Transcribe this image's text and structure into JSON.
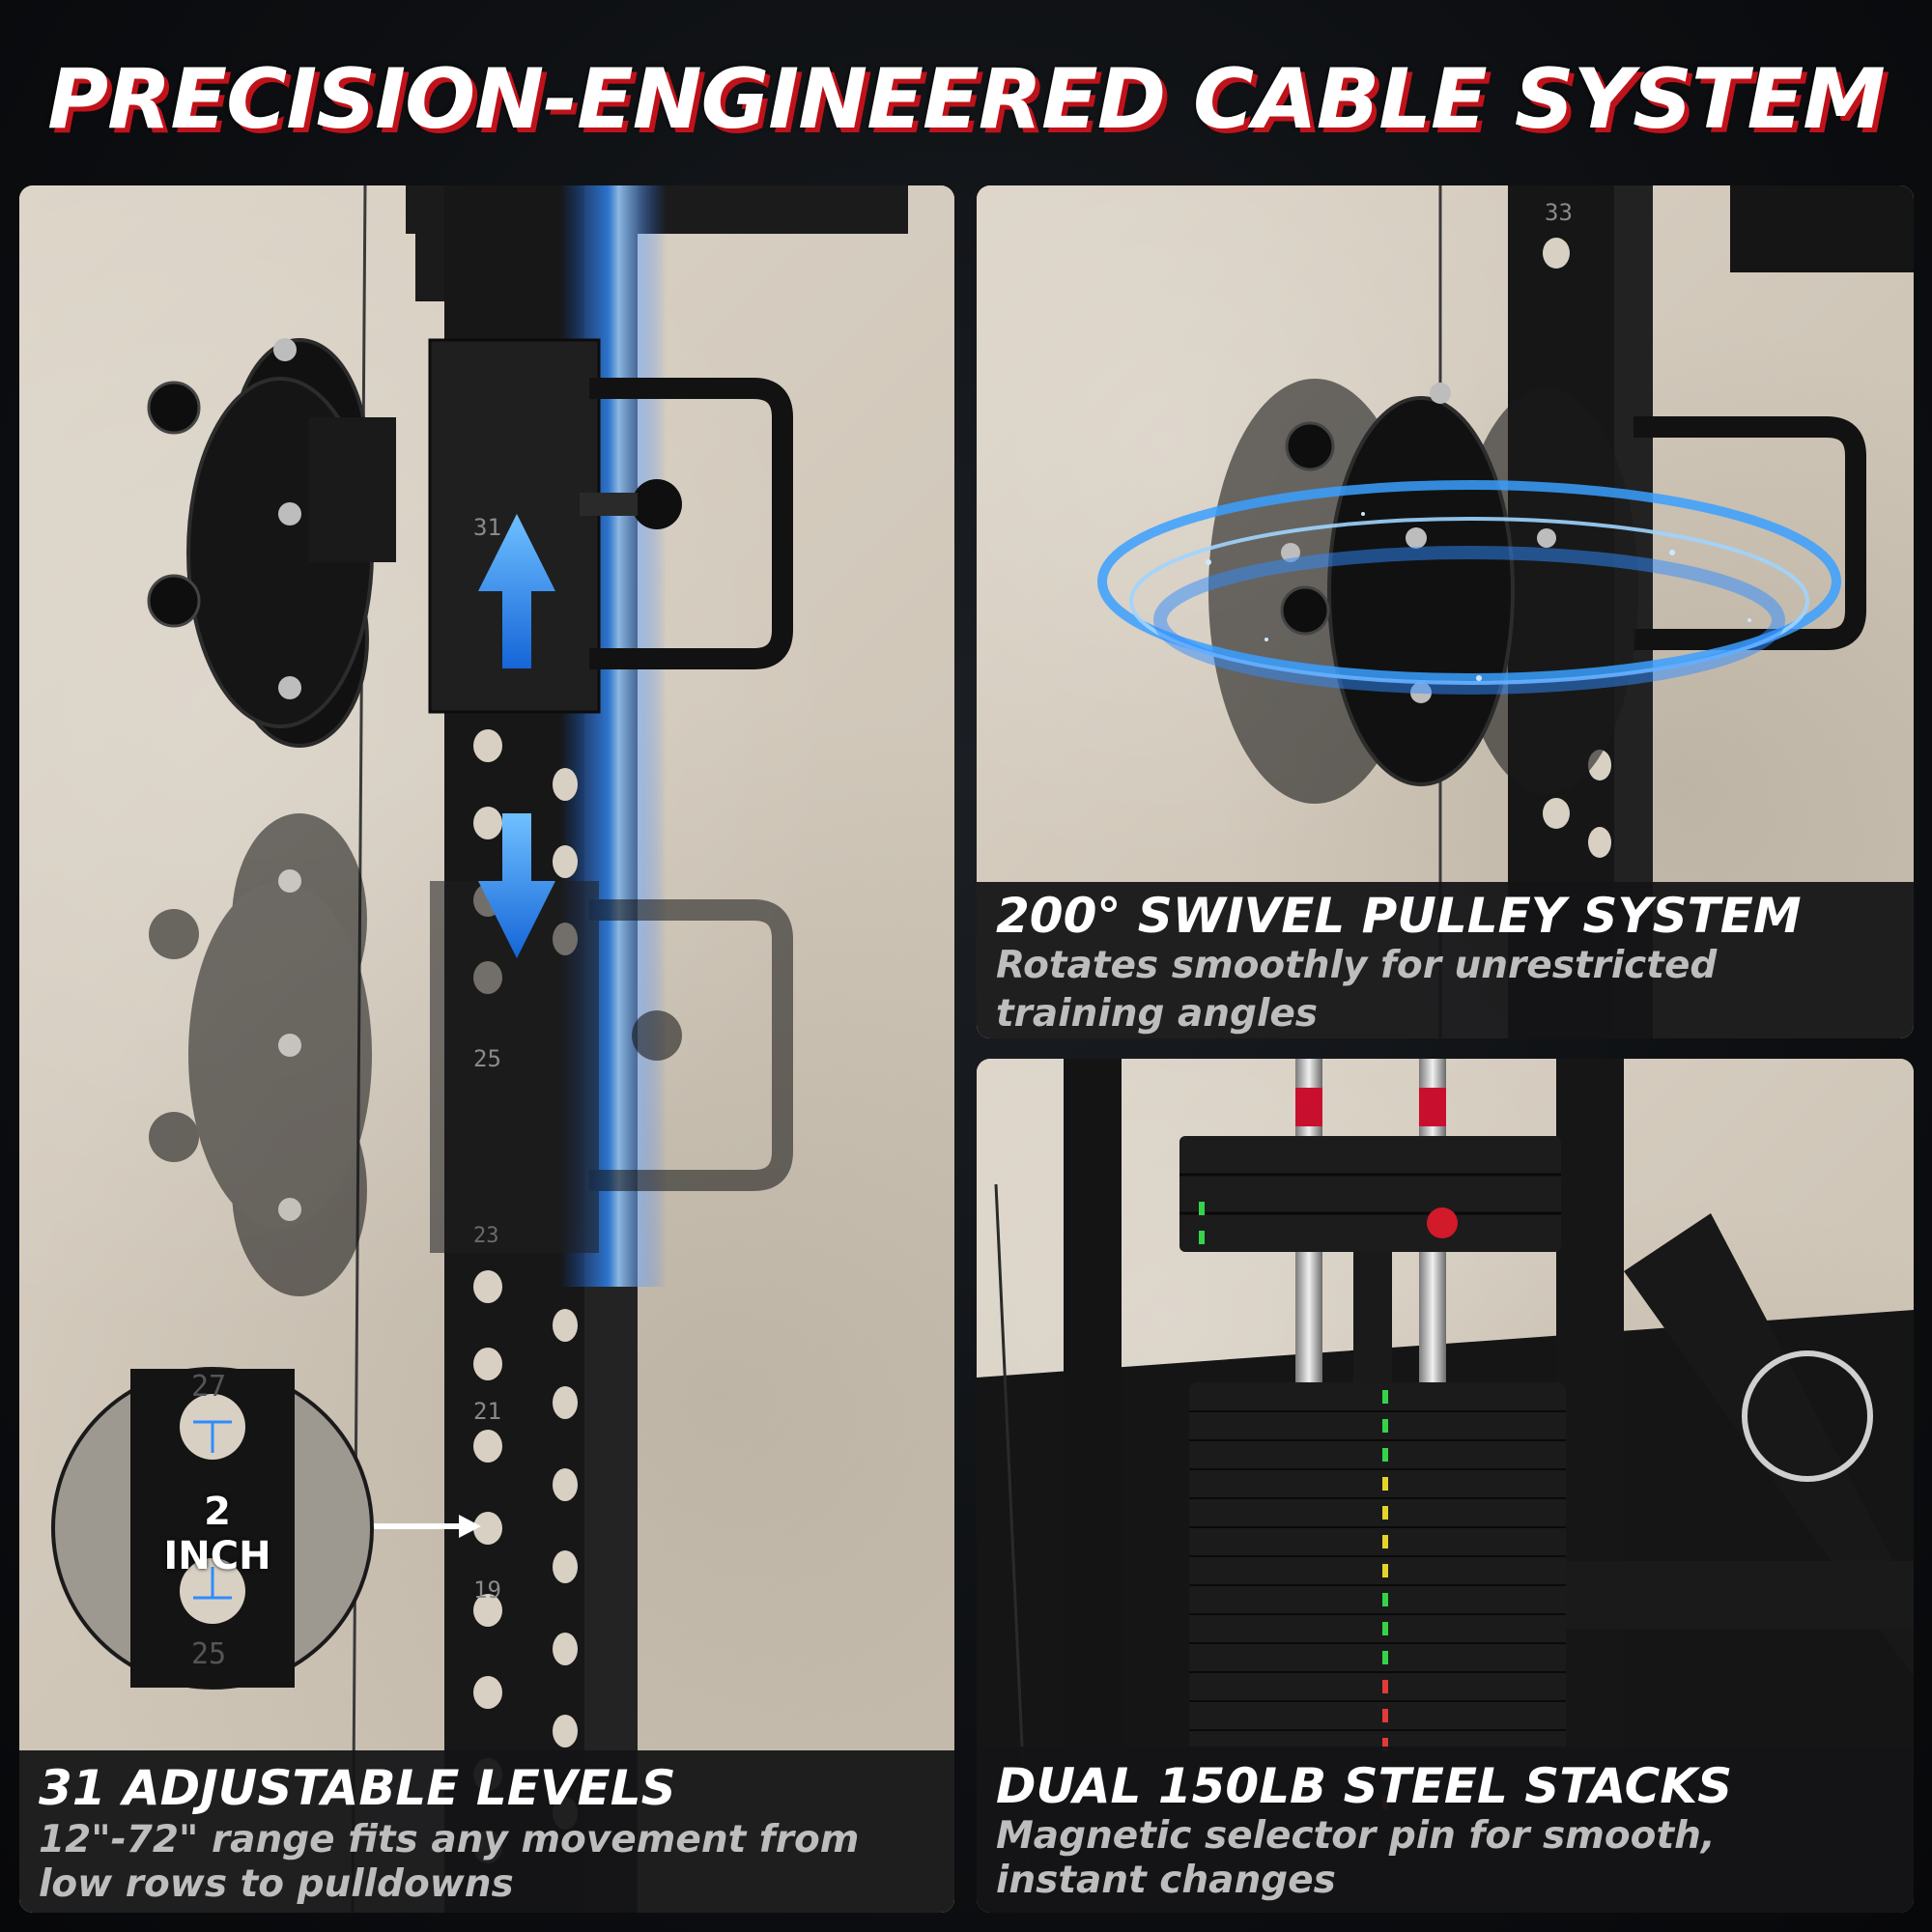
{
  "headline": "PRECISION-ENGINEERED CABLE SYSTEM",
  "panels": {
    "levels": {
      "title": "31 ADJUSTABLE LEVELS",
      "subtitle_line1": "12\"-72\" range fits any movement from",
      "subtitle_line2": "low rows to pulldowns",
      "hole_numbers": [
        "31",
        "25",
        "23",
        "21",
        "19"
      ],
      "inset_label": "2 INCH",
      "inset_top_number": "27",
      "inset_bottom_number": "25"
    },
    "swivel": {
      "title": "200° SWIVEL PULLEY SYSTEM",
      "subtitle_line1": "Rotates smoothly for unrestricted",
      "subtitle_line2": "training angles",
      "hole_number": "33"
    },
    "stacks": {
      "title": "DUAL 150LB STEEL STACKS",
      "subtitle_line1": "Magnetic selector pin for smooth,",
      "subtitle_line2": "instant changes"
    }
  },
  "colors": {
    "accent_red": "#c0121a",
    "glow_blue": "#2f8cff",
    "caption_bg": "#141416"
  }
}
